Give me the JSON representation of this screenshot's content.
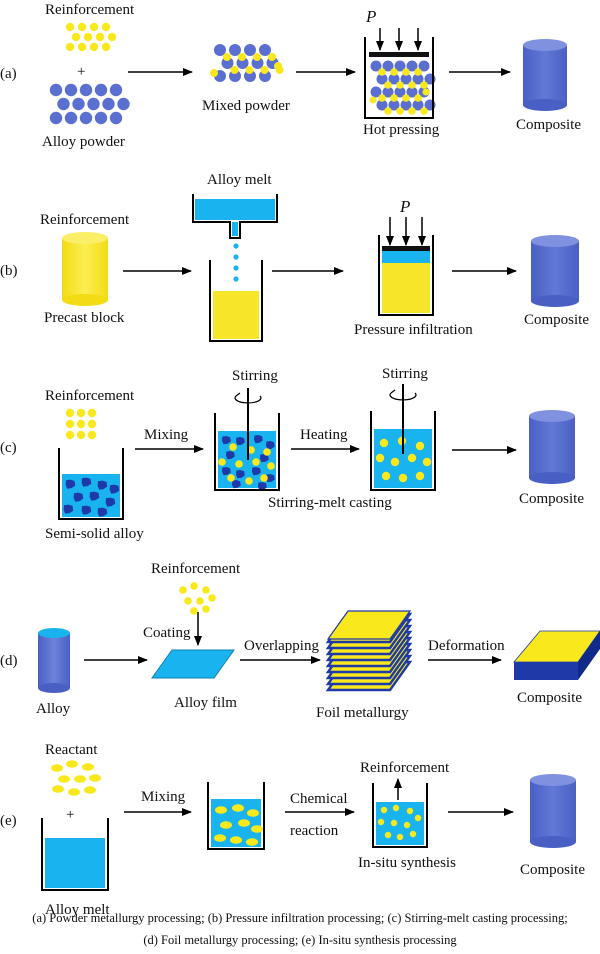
{
  "colors": {
    "reinforcement": "#f8e81c",
    "alloy_particle": "#5a6fd0",
    "melt": "#19b4ef",
    "dark_particle": "#1d3aa8",
    "composite": "#5b72d1",
    "composite_top": "#7f91df",
    "yellow_fill": "#f7e52a"
  },
  "rows": {
    "a": {
      "tag": "(a)",
      "reinforcement": "Reinforcement",
      "plus": "+",
      "alloy_powder": "Alloy powder",
      "mixed_powder": "Mixed powder",
      "pressure": "P",
      "hot_pressing": "Hot pressing",
      "composite": "Composite"
    },
    "b": {
      "tag": "(b)",
      "reinforcement": "Reinforcement",
      "precast_block": "Precast block",
      "alloy_melt": "Alloy melt",
      "pressure": "P",
      "pressure_infiltration": "Pressure infiltration",
      "composite": "Composite"
    },
    "c": {
      "tag": "(c)",
      "reinforcement": "Reinforcement",
      "semi_solid_alloy": "Semi-solid alloy",
      "mixing": "Mixing",
      "stirring_1": "Stirring",
      "heating": "Heating",
      "stirring_2": "Stirring",
      "stirring_melt_casting": "Stirring-melt casting",
      "composite": "Composite"
    },
    "d": {
      "tag": "(d)",
      "alloy": "Alloy",
      "reinforcement": "Reinforcement",
      "coating": "Coating",
      "alloy_film": "Alloy film",
      "overlapping": "Overlapping",
      "foil_metallurgy": "Foil metallurgy",
      "deformation": "Deformation",
      "composite": "Composite"
    },
    "e": {
      "tag": "(e)",
      "reactant": "Reactant",
      "plus": "+",
      "alloy_melt": "Alloy melt",
      "mixing": "Mixing",
      "chemical": "Chemical",
      "reaction": "reaction",
      "reinforcement": "Reinforcement",
      "in_situ_synthesis": "In-situ synthesis",
      "composite": "Composite"
    }
  },
  "caption": {
    "line1": "(a) Powder metallurgy processing; (b) Pressure infiltration processing; (c) Stirring-melt casting processing;",
    "line2": "(d) Foil metallurgy processing; (e) In-situ synthesis processing"
  }
}
